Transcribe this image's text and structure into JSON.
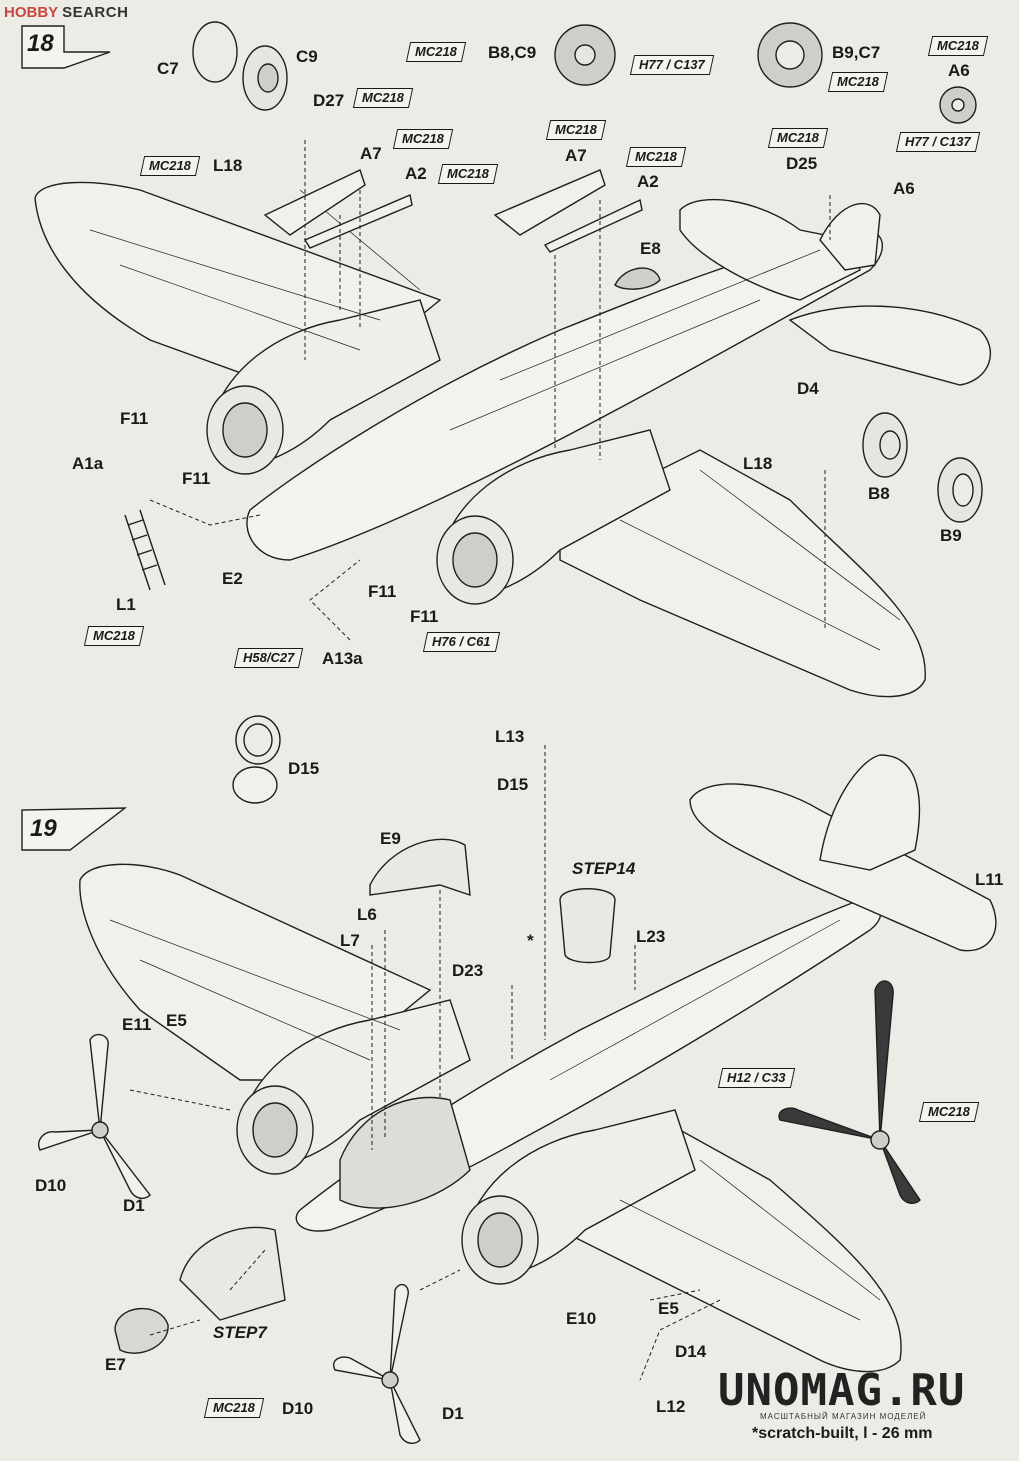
{
  "header": {
    "logo_text": "HOBBY",
    "logo_text2": "SEARCH"
  },
  "steps": [
    {
      "number": "18"
    },
    {
      "number": "19"
    }
  ],
  "labels": {
    "c7": "C7",
    "c9": "C9",
    "d27": "D27",
    "l18a": "L18",
    "a7a": "A7",
    "a2a": "A2",
    "b8c9": "B8,C9",
    "b9c7": "B9,C7",
    "a6top": "A6",
    "d25": "D25",
    "a6": "A6",
    "a7b": "A7",
    "a2b": "A2",
    "e8": "E8",
    "f11a": "F11",
    "f11b": "F11",
    "f11c": "F11",
    "f11d": "F11",
    "a1a": "A1a",
    "e2": "E2",
    "l1": "L1",
    "a13a": "A13a",
    "d4": "D4",
    "l18b": "L18",
    "b8": "B8",
    "b9": "B9",
    "d15a": "D15",
    "l13": "L13",
    "d15b": "D15",
    "e9": "E9",
    "l6": "L6",
    "l7": "L7",
    "d23": "D23",
    "l23": "L23",
    "l11": "L11",
    "e11": "E11",
    "e5a": "E5",
    "d10a": "D10",
    "d1a": "D1",
    "e7": "E7",
    "d10b": "D10",
    "d1b": "D1",
    "e10": "E10",
    "e5b": "E5",
    "d14": "D14",
    "l12": "L12",
    "star": "*"
  },
  "paint_codes": {
    "mc218_a": "MC218",
    "mc218_b": "MC218",
    "mc218_c": "MC218",
    "mc218_d": "MC218",
    "mc218_e": "MC218",
    "mc218_f": "MC218",
    "mc218_g": "MC218",
    "mc218_h": "MC218",
    "mc218_i": "MC218",
    "mc218_j": "MC218",
    "mc218_k": "MC218",
    "mc218_l": "MC218",
    "mc218_m": "MC218",
    "h77_c137_a": "H77 / C137",
    "h77_c137_b": "H77 / C137",
    "h58_c27": "H58/C27",
    "h76_c61": "H76 / C61",
    "h12_c33": "H12 / C33"
  },
  "step_refs": {
    "step14": "STEP14",
    "step7": "STEP7"
  },
  "watermark": {
    "site": "UNOMAG.RU",
    "tagline": "МАСШТАБНЫЙ МАГАЗИН МОДЕЛЕЙ"
  },
  "footnote": "*scratch-built, l - 26 mm"
}
